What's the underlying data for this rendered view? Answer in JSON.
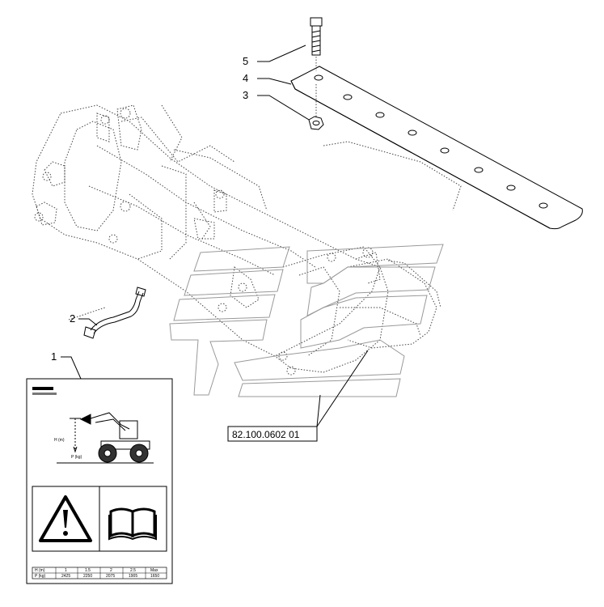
{
  "callouts": [
    {
      "id": "5",
      "label": "5"
    },
    {
      "id": "4",
      "label": "4"
    },
    {
      "id": "3",
      "label": "3"
    },
    {
      "id": "2",
      "label": "2"
    },
    {
      "id": "1",
      "label": "1"
    }
  ],
  "reference_code": "82.100.0602 01",
  "decal": {
    "warning_symbol": "warning-triangle-icon",
    "manual_symbol": "open-book-icon",
    "table": {
      "row1_label": "H (m)",
      "row2_label": "P (kg)",
      "columns": [
        "1",
        "1.5",
        "2",
        "2.5",
        "Max"
      ],
      "row2_values": [
        "2425",
        "2250",
        "2075",
        "1905",
        "1650"
      ]
    },
    "diagram_labels": {
      "load_label": "P (kg)",
      "height_label": "H (m)"
    }
  }
}
